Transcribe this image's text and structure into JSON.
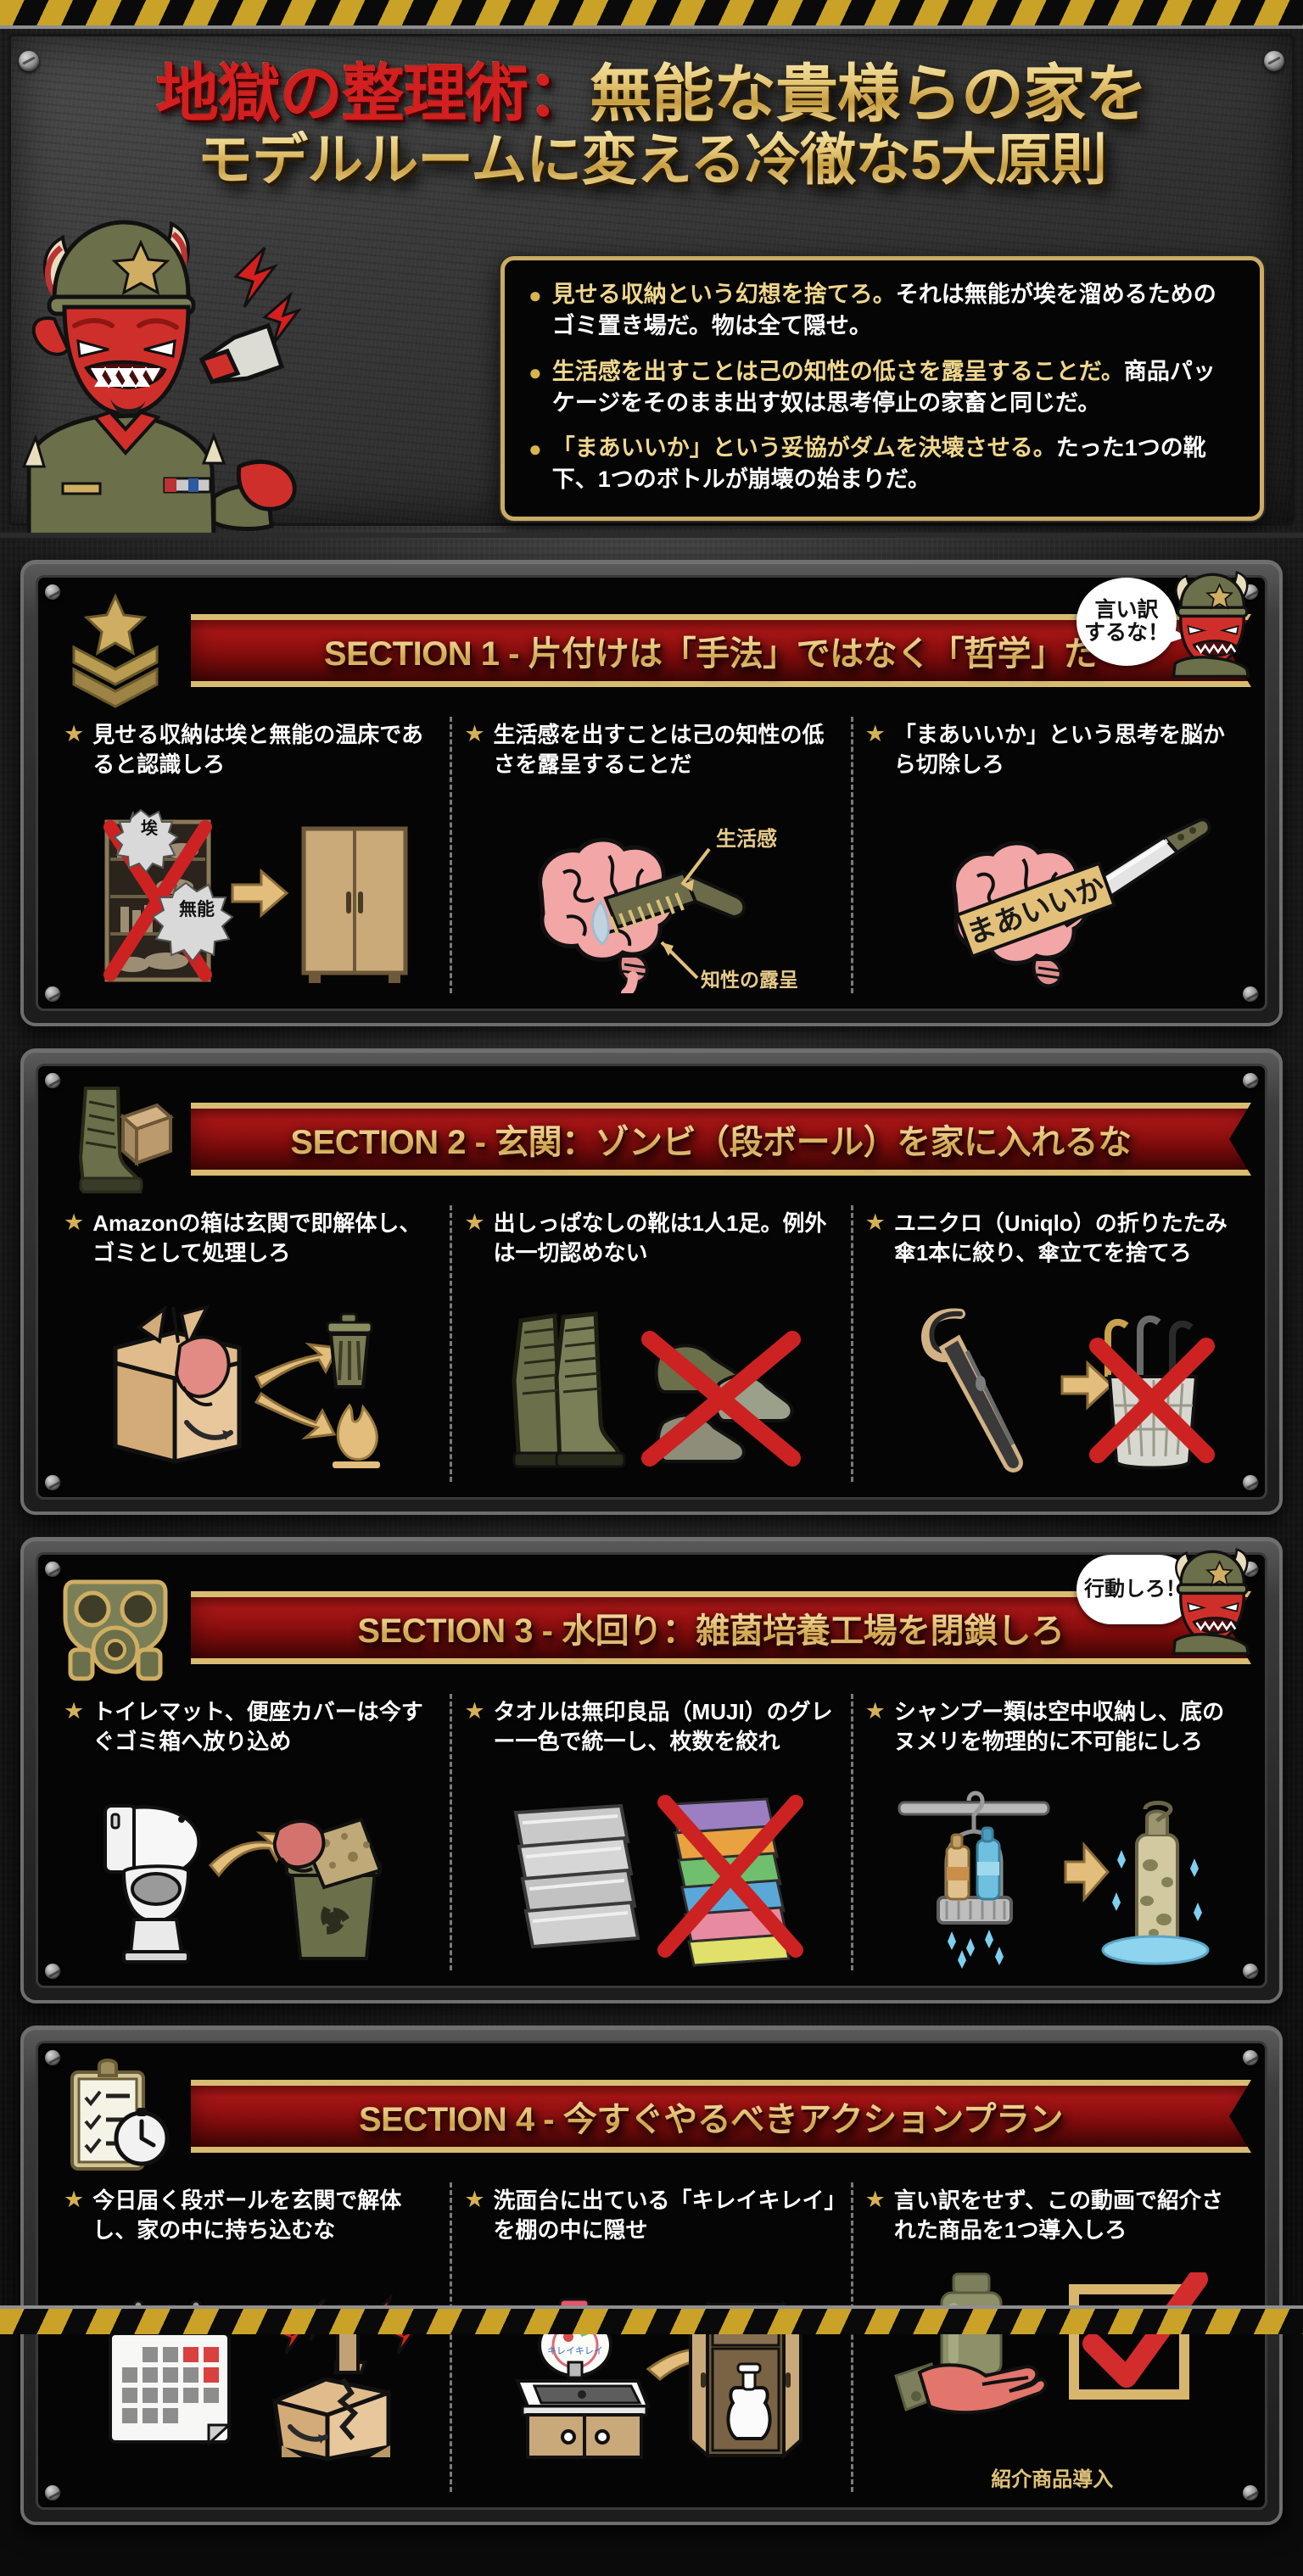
{
  "header": {
    "title_line1_red": "地獄の整理術：",
    "title_line1_gold": "無能な貴様らの家を",
    "title_line2_gold": "モデルルームに変える冷徹な5大原則",
    "bullets": [
      {
        "lead": "見せる収納という幻想を捨てろ。",
        "rest": "それは無能が埃を溜めるためのゴミ置き場だ。物は全て隠せ。"
      },
      {
        "lead": "生活感を出すことは己の知性の低さを露呈することだ。",
        "rest": "商品パッケージをそのまま出す奴は思考停止の家畜と同じだ。"
      },
      {
        "lead": "「まあいいか」という妥協がダムを決壊させる。",
        "rest": "たった1つの靴下、1つのボトルが崩壊の始まりだ。"
      }
    ],
    "mascot_name": "devil-officer-megaphone"
  },
  "sections": [
    {
      "emblem": "rank-chevron-star-emblem",
      "title": "SECTION 1 - 片付けは「手法」ではなく「哲学」だ",
      "bubble": "言い訳\nするな！",
      "bubble_line1": "言い訳",
      "bubble_line2": "するな！",
      "has_devil": true,
      "columns": [
        {
          "text": "見せる収納は埃と無能の温床であると認識しろ",
          "art": "shelf-cross-to-cabinet",
          "labels": [
            "埃",
            "無能"
          ]
        },
        {
          "text": "生活感を出すことは己の知性の低さを露呈することだ",
          "art": "brain-scrub-brush",
          "labels": [
            "生活感",
            "知性の露呈"
          ]
        },
        {
          "text": "「まあいいか」という思考を脳から切除しろ",
          "art": "brain-knife-cut",
          "labels": [
            "まあいいか"
          ]
        }
      ]
    },
    {
      "emblem": "combat-boot-box-emblem",
      "title": "SECTION 2 - 玄関：ゾンビ（段ボール）を家に入れるな",
      "has_devil": false,
      "columns": [
        {
          "text": "Amazonの箱は玄関で即解体し、ゴミとして処理しろ",
          "art": "amazon-box-to-trash-fire",
          "labels": []
        },
        {
          "text": "出しっぱなしの靴は1人1足。例外は一切認めない",
          "art": "boots-ok-shoes-crossed",
          "labels": []
        },
        {
          "text": "ユニクロ（Uniqlo）の折りたたみ傘1本に絞り、傘立てを捨てろ",
          "art": "folding-umbrella-vs-stand",
          "labels": []
        }
      ]
    },
    {
      "emblem": "gas-mask-emblem",
      "title": "SECTION 3 - 水回り：雑菌培養工場を閉鎖しろ",
      "bubble_line1": "行動しろ！",
      "bubble_line2": "",
      "has_devil": true,
      "columns": [
        {
          "text": "トイレマット、便座カバーは今すぐゴミ箱へ放り込め",
          "art": "toilet-to-biohazard-bin",
          "labels": []
        },
        {
          "text": "タオルは無印良品（MUJI）のグレー一色で統一し、枚数を絞れ",
          "art": "gray-towels-vs-colored",
          "labels": []
        },
        {
          "text": "シャンプー類は空中収納し、底のヌメリを物理的に不可能にしろ",
          "art": "hanging-shower-caddy-vs-slimy-bottle",
          "labels": []
        }
      ]
    },
    {
      "emblem": "clipboard-stopwatch-emblem",
      "title": "SECTION 4 - 今すぐやるべきアクションプラン",
      "has_devil": false,
      "columns": [
        {
          "text": "今日届く段ボールを玄関で解体し、家の中に持ち込むな",
          "art": "calendar-and-broken-box",
          "labels": []
        },
        {
          "text": "洗面台に出ている「キレイキレイ」を棚の中に隠せ",
          "art": "sink-soap-into-cabinet",
          "labels": []
        },
        {
          "text": "言い訳をせず、この動画で紹介された商品を1つ導入しろ",
          "art": "hand-product-checkbox",
          "labels": [
            "紹介商品導入"
          ],
          "bottom_label": "紹介商品導入"
        }
      ]
    }
  ],
  "colors": {
    "gold": "#d8bc72",
    "red": "#b01717",
    "title_red": "#d21f1f",
    "hazard_yellow": "#c9a227",
    "panel_dark": "#050505",
    "cross_red": "#cc2222"
  }
}
